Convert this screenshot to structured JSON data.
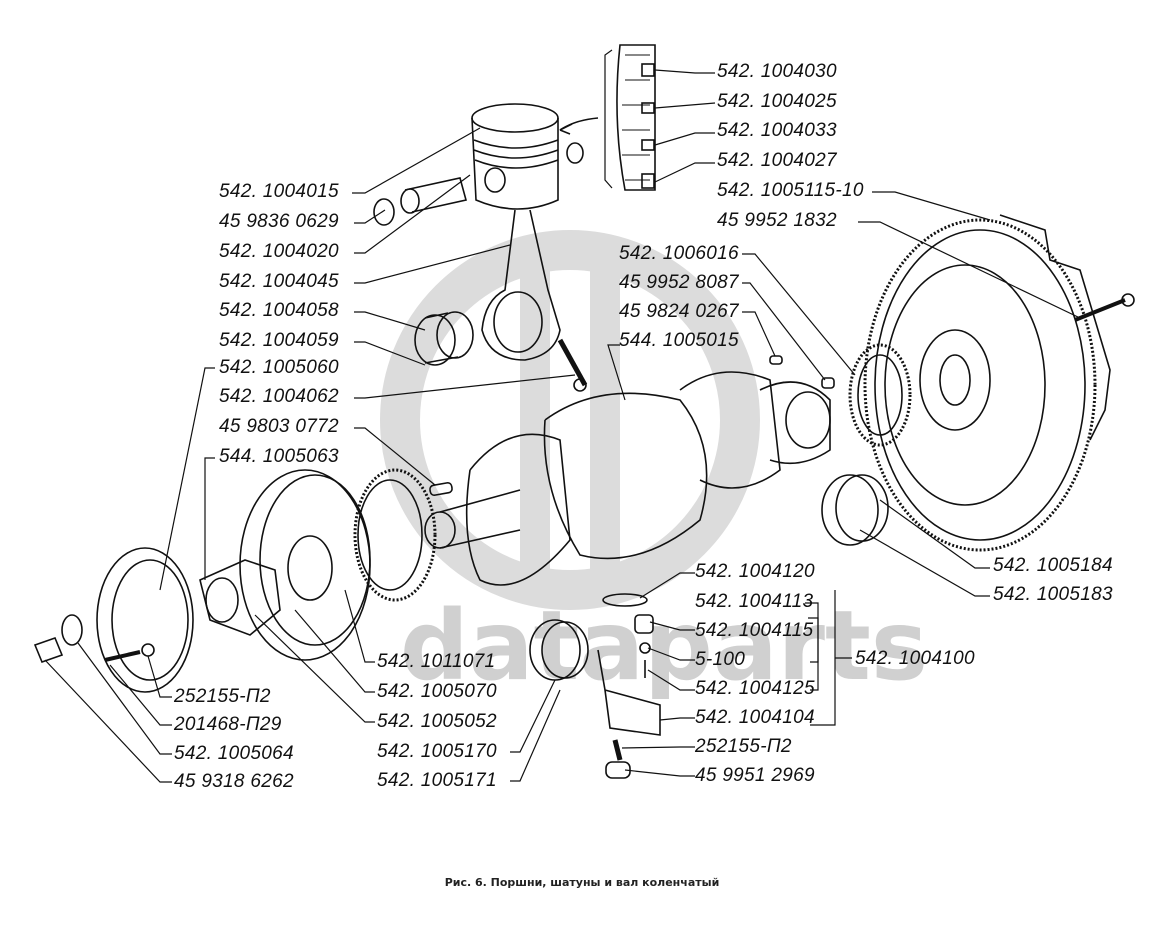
{
  "caption": "Рис. 6. Поршни, шатуны и вал коленчатый",
  "watermark": {
    "text": "dataparts",
    "color": "#d4d4d4"
  },
  "colors": {
    "line": "#111111",
    "background": "#ffffff"
  },
  "labels": {
    "l1": "542. 1004030",
    "l2": "542. 1004025",
    "l3": "542. 1004033",
    "l4": "542. 1004027",
    "l5": "542. 1005115-10",
    "l6": "45 9952 1832",
    "l7": "542. 1004015",
    "l8": "45 9836 0629",
    "l9": "542. 1004020",
    "l10": "542. 1004045",
    "l11": "542. 1004058",
    "l12": "542. 1004059",
    "l13": "542. 1005060",
    "l14": "542. 1004062",
    "l15": "45 9803 0772",
    "l16": "544. 1005063",
    "l17": "542. 1006016",
    "l18": "45 9952 8087",
    "l19": "45 9824 0267",
    "l20": "544. 1005015",
    "l21": "542. 1005184",
    "l22": "542. 1005183",
    "l23": "542. 1004120",
    "l24": "542. 1004113",
    "l25": "542. 1004115",
    "l26": "5-100",
    "l27": "542. 1004125",
    "l28": "542. 1004104",
    "l29": "252155-П2",
    "l30": "45 9951 2969",
    "l31": "542. 1004100",
    "l32": "542. 1011071",
    "l33": "542. 1005070",
    "l34": "542. 1005052",
    "l35": "542. 1005170",
    "l36": "542. 1005171",
    "l37": "252155-П2",
    "l38": "201468-П29",
    "l39": "542. 1005064",
    "l40": "45 9318 6262"
  }
}
